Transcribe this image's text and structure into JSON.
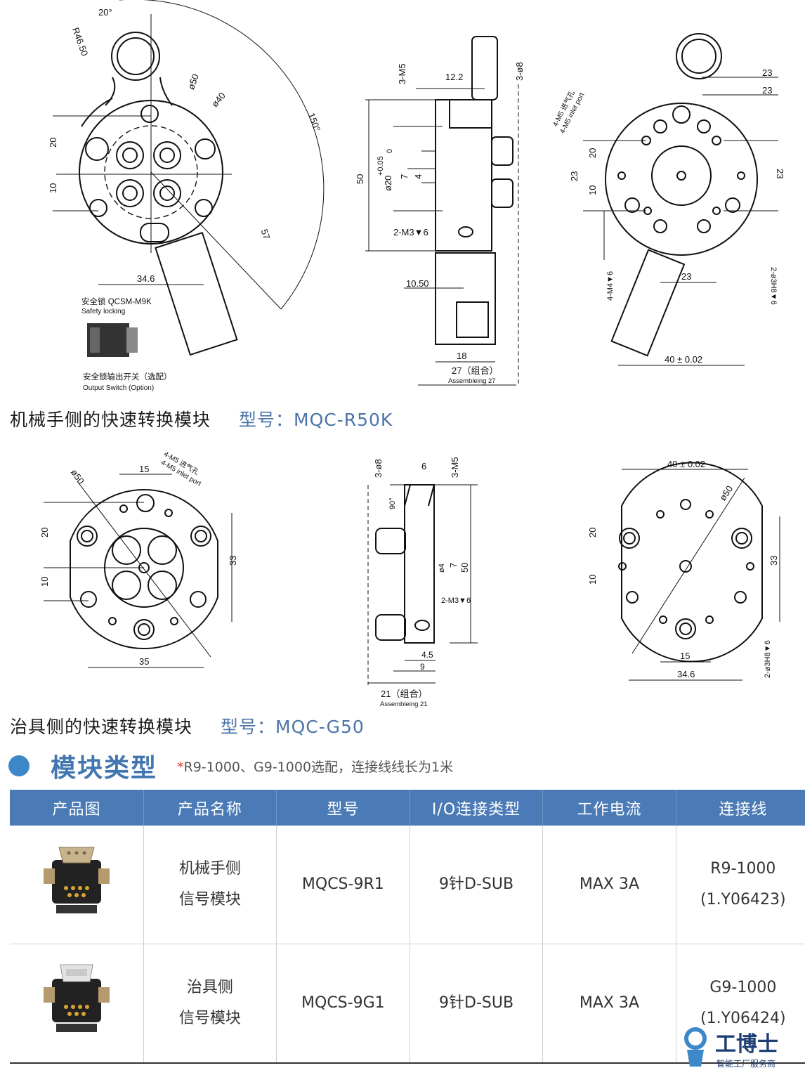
{
  "drawing_top": {
    "left_view": {
      "angle_top": "20°",
      "radius": "R46.50",
      "dia_50": "ø50",
      "dia_40": "ø40",
      "angle_150": "150°",
      "dim_20": "20",
      "dim_10": "10",
      "dim_57": "57",
      "dim_34_6": "34.6"
    },
    "lock_label_cn": "安全锁 QCSM-M9K",
    "lock_label_en": "Safety locking",
    "switch_label_cn": "安全锁输出开关（选配）",
    "switch_label_en": "Output Switch (Option)",
    "side_view": {
      "m5": "3-M5",
      "w12_2": "12.2",
      "d8": "3-ø8",
      "h50": "50",
      "d20": "ø20",
      "tol": "+0.05",
      "tol0": "0",
      "d7": "7",
      "d4": "4",
      "m3": "2-M3▼6",
      "w10_50": "10.50",
      "w18": "18",
      "assembly": "27（组合）",
      "assembly_en": "Assembleing 27"
    },
    "right_view": {
      "inlet_cn": "4-M5 进气孔",
      "inlet_en": "4-M5 inlet port",
      "d23a": "23",
      "d23b": "23",
      "d20": "20",
      "d23c": "23",
      "d10": "10",
      "d23d": "23",
      "m4": "4-M4▼6",
      "d23e": "23",
      "pin": "2-ø3H8▼6",
      "w40": "40 ± 0.02"
    }
  },
  "caption_top": {
    "name": "机械手侧的快速转换模块",
    "model": "型号：MQC-R50K"
  },
  "drawing_mid": {
    "left_view": {
      "dia": "ø50",
      "w15": "15",
      "inlet_cn": "4-M5 进气孔",
      "inlet_en": "4-M5 inlet port",
      "d20": "20",
      "d10": "10",
      "d33": "33",
      "w35": "35"
    },
    "side_view": {
      "d8": "3-ø8",
      "w6": "6",
      "m5": "3-M5",
      "ang": "90°",
      "d4": "ø4",
      "d7": "7",
      "h50": "50",
      "m3": "2-M3▼6",
      "w4_5": "4.5",
      "w9": "9",
      "assembly": "21（组合）",
      "assembly_en": "Assembleing 21"
    },
    "right_view": {
      "w40": "40 ± 0.02",
      "dia": "ø50",
      "d20": "20",
      "d10": "10",
      "d33": "33",
      "w15": "15",
      "w34_6": "34.6",
      "pin": "2-ø3H8▼6"
    }
  },
  "caption_mid": {
    "name": "治具侧的快速转换模块",
    "model": "型号：MQC-G50"
  },
  "section": {
    "title": "模块类型",
    "note_star": "*",
    "note": "R9-1000、G9-1000选配，连接线线长为1米"
  },
  "table": {
    "headers": [
      "产品图",
      "产品名称",
      "型号",
      "I/O连接类型",
      "工作电流",
      "连接线"
    ],
    "rows": [
      {
        "name_l1": "机械手侧",
        "name_l2": "信号模块",
        "model": "MQCS-9R1",
        "io": "9针D-SUB",
        "current": "MAX 3A",
        "cable_l1": "R9-1000",
        "cable_l2": "(1.Y06423)"
      },
      {
        "name_l1": "治具侧",
        "name_l2": "信号模块",
        "model": "MQCS-9G1",
        "io": "9针D-SUB",
        "current": "MAX 3A",
        "cable_l1": "G9-1000",
        "cable_l2": "(1.Y06424)"
      }
    ]
  },
  "logo": {
    "text": "工博士",
    "sub": "智能工厂服务商"
  },
  "colors": {
    "accent": "#4b7bb6",
    "title": "#4276b0",
    "bullet": "#3d88c8",
    "note_star": "#d13a3a"
  }
}
